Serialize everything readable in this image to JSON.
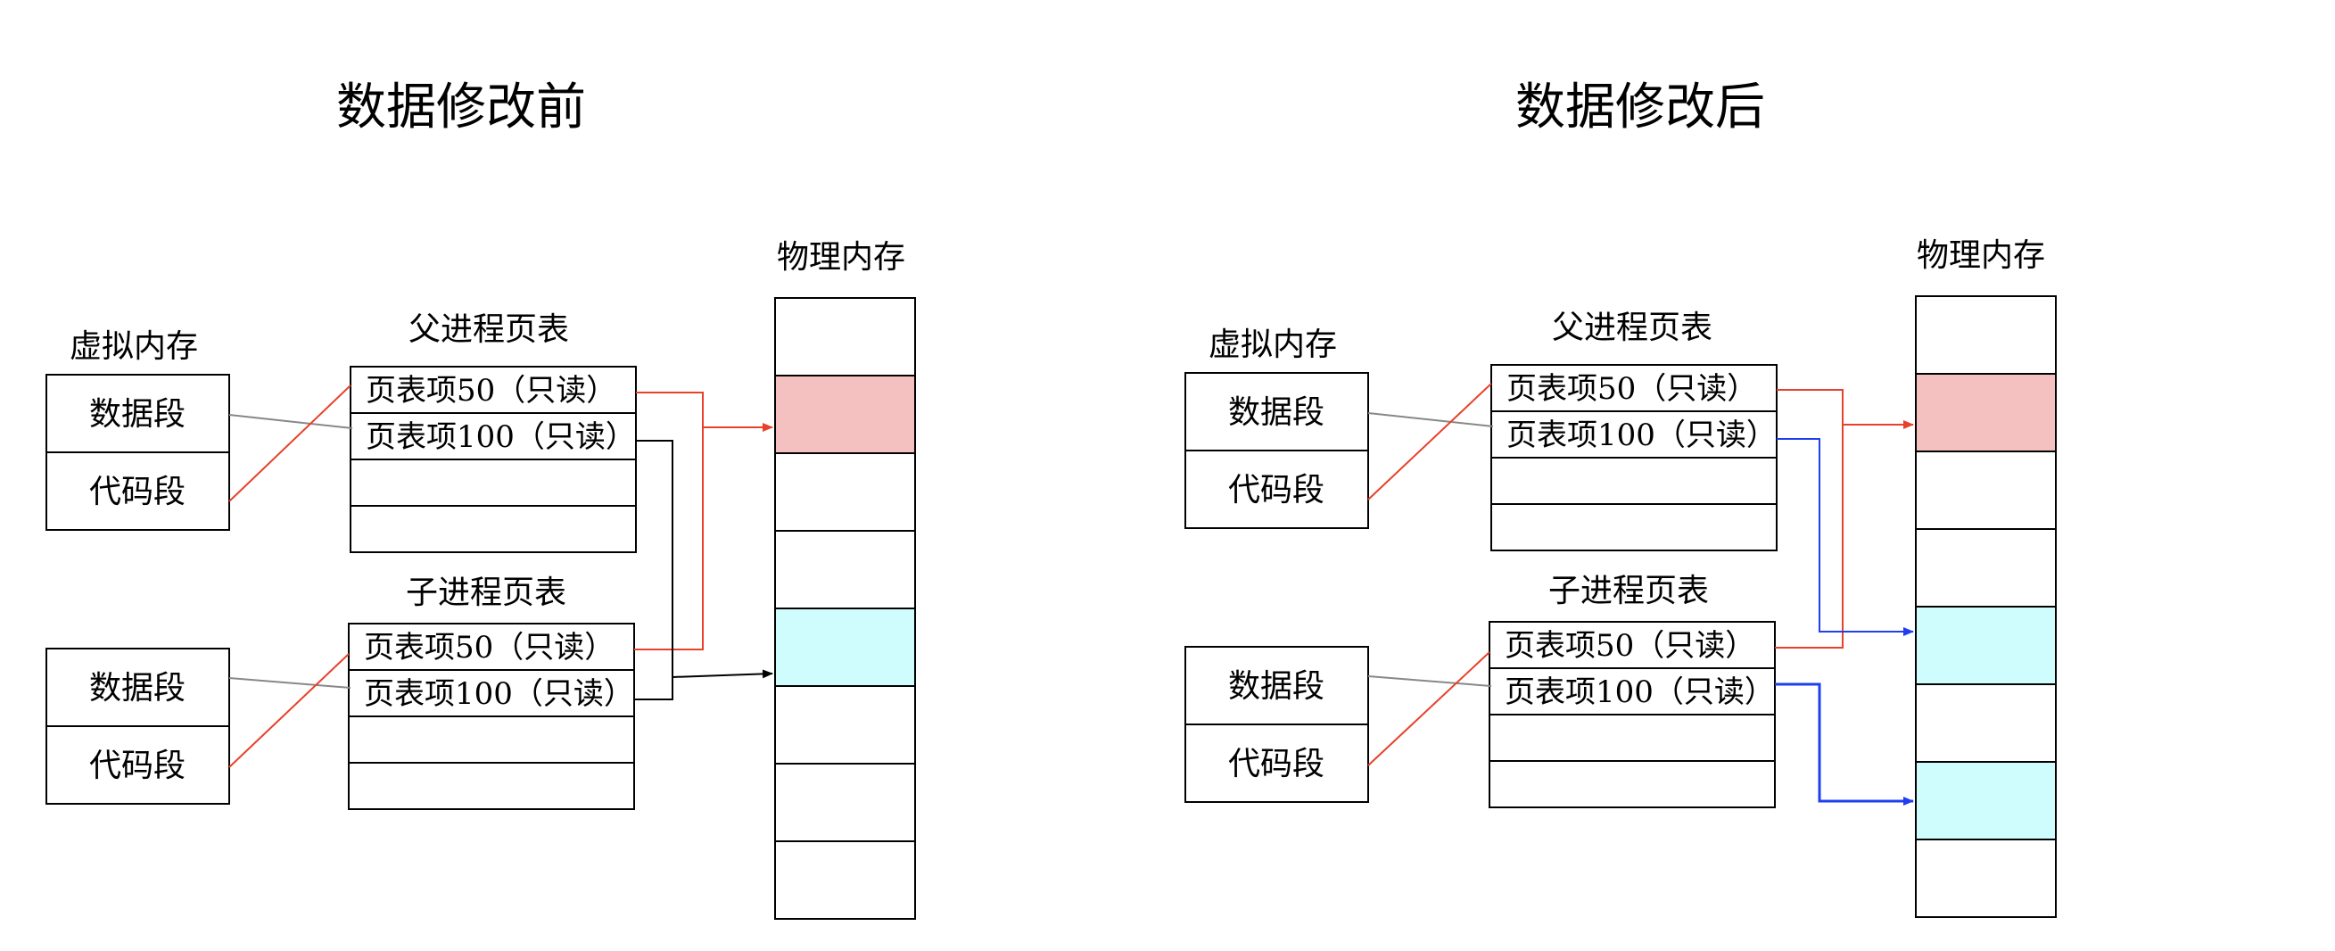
{
  "colors": {
    "shared_page": "#f5c0c0",
    "private_page": "#cffcfc",
    "line_red": "#e8412a",
    "line_gray": "#888888",
    "line_black": "#000000",
    "line_blue": "#1f3ef0"
  },
  "before": {
    "title": "数据修改前",
    "virtual_memory_label": "虚拟内存",
    "parent_table_label": "父进程页表",
    "child_table_label": "子进程页表",
    "physical_memory_label": "物理内存",
    "parent_vm": [
      "数据段",
      "代码段"
    ],
    "child_vm": [
      "数据段",
      "代码段"
    ],
    "parent_entries": [
      "页表项50（只读）",
      "页表项100（只读）",
      "",
      ""
    ],
    "child_entries": [
      "页表项50（只读）",
      "页表项100（只读）",
      "",
      ""
    ]
  },
  "after": {
    "title": "数据修改后",
    "virtual_memory_label": "虚拟内存",
    "parent_table_label": "父进程页表",
    "child_table_label": "子进程页表",
    "physical_memory_label": "物理内存",
    "parent_vm": [
      "数据段",
      "代码段"
    ],
    "child_vm": [
      "数据段",
      "代码段"
    ],
    "parent_entries": [
      "页表项50（只读）",
      "页表项100（只读）",
      "",
      ""
    ],
    "child_entries": [
      "页表项50（只读）",
      "页表项100（只读）",
      "",
      ""
    ]
  }
}
